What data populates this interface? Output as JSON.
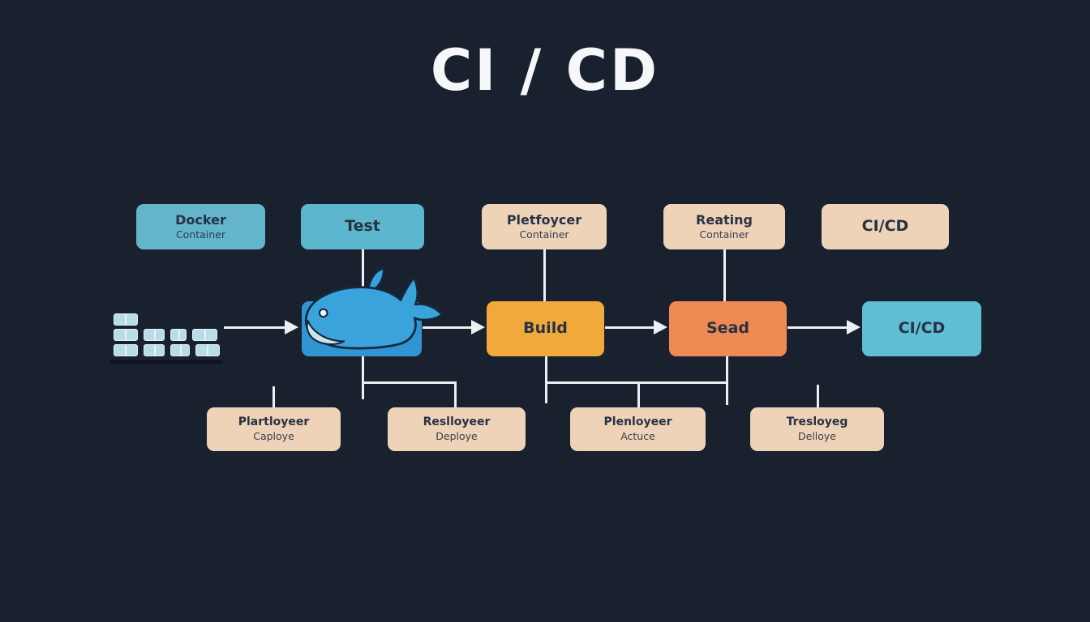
{
  "title": "CI / CD",
  "nodes": {
    "top": [
      {
        "label": "Docker",
        "sublabel": "Container"
      },
      {
        "label": "Test"
      },
      {
        "label": "Pletfoycer",
        "sublabel": "Container"
      },
      {
        "label": "Reating",
        "sublabel": "Container"
      },
      {
        "label": "CI/CD"
      }
    ],
    "middle": [
      {
        "label": "Build"
      },
      {
        "label": "Sead"
      },
      {
        "label": "CI/CD"
      }
    ],
    "bottom": [
      {
        "label": "Plartloyeer",
        "sublabel": "Caploye"
      },
      {
        "label": "Reslloyeer",
        "sublabel": "Deploye"
      },
      {
        "label": "Plenloyeer",
        "sublabel": "Actuce"
      },
      {
        "label": "Tresloyeg",
        "sublabel": "Delloye"
      }
    ]
  },
  "icons": {
    "whale": "docker-whale-icon",
    "containers": "container-stack-icon"
  },
  "colors": {
    "background": "#19212f",
    "teal_box": "#64b5cc",
    "tan_box": "#eed3b9",
    "whale_box": "#3095d2",
    "build_box": "#f2a93b",
    "sead_box": "#f08a55",
    "cicd_box": "#5fbdd4",
    "connector": "#edf0f2",
    "box_text": "#273243",
    "title_text": "#f5f7f9"
  }
}
